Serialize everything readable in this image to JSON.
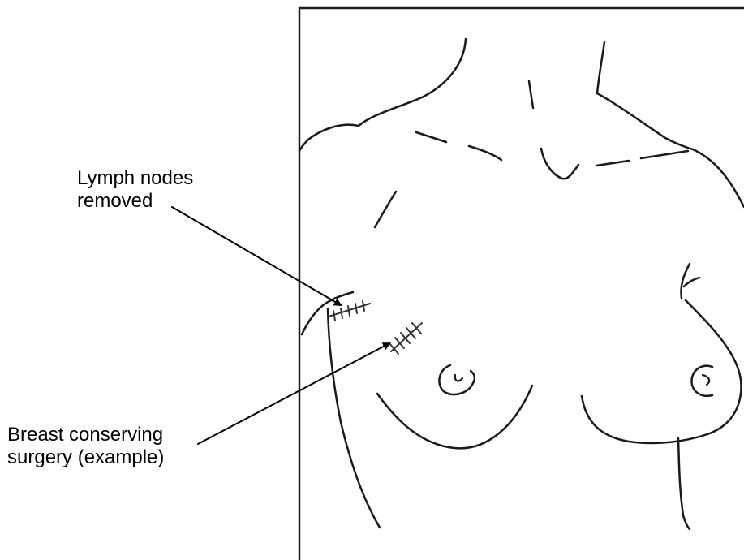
{
  "labels": {
    "lymph_nodes": {
      "line1": "Lymph nodes",
      "line2": "removed"
    },
    "breast_surgery": {
      "line1": "Breast conserving",
      "line2": "surgery (example)"
    }
  },
  "colors": {
    "drawing": "#1a1a1a",
    "arrow": "#000000",
    "background": "#ffffff"
  }
}
